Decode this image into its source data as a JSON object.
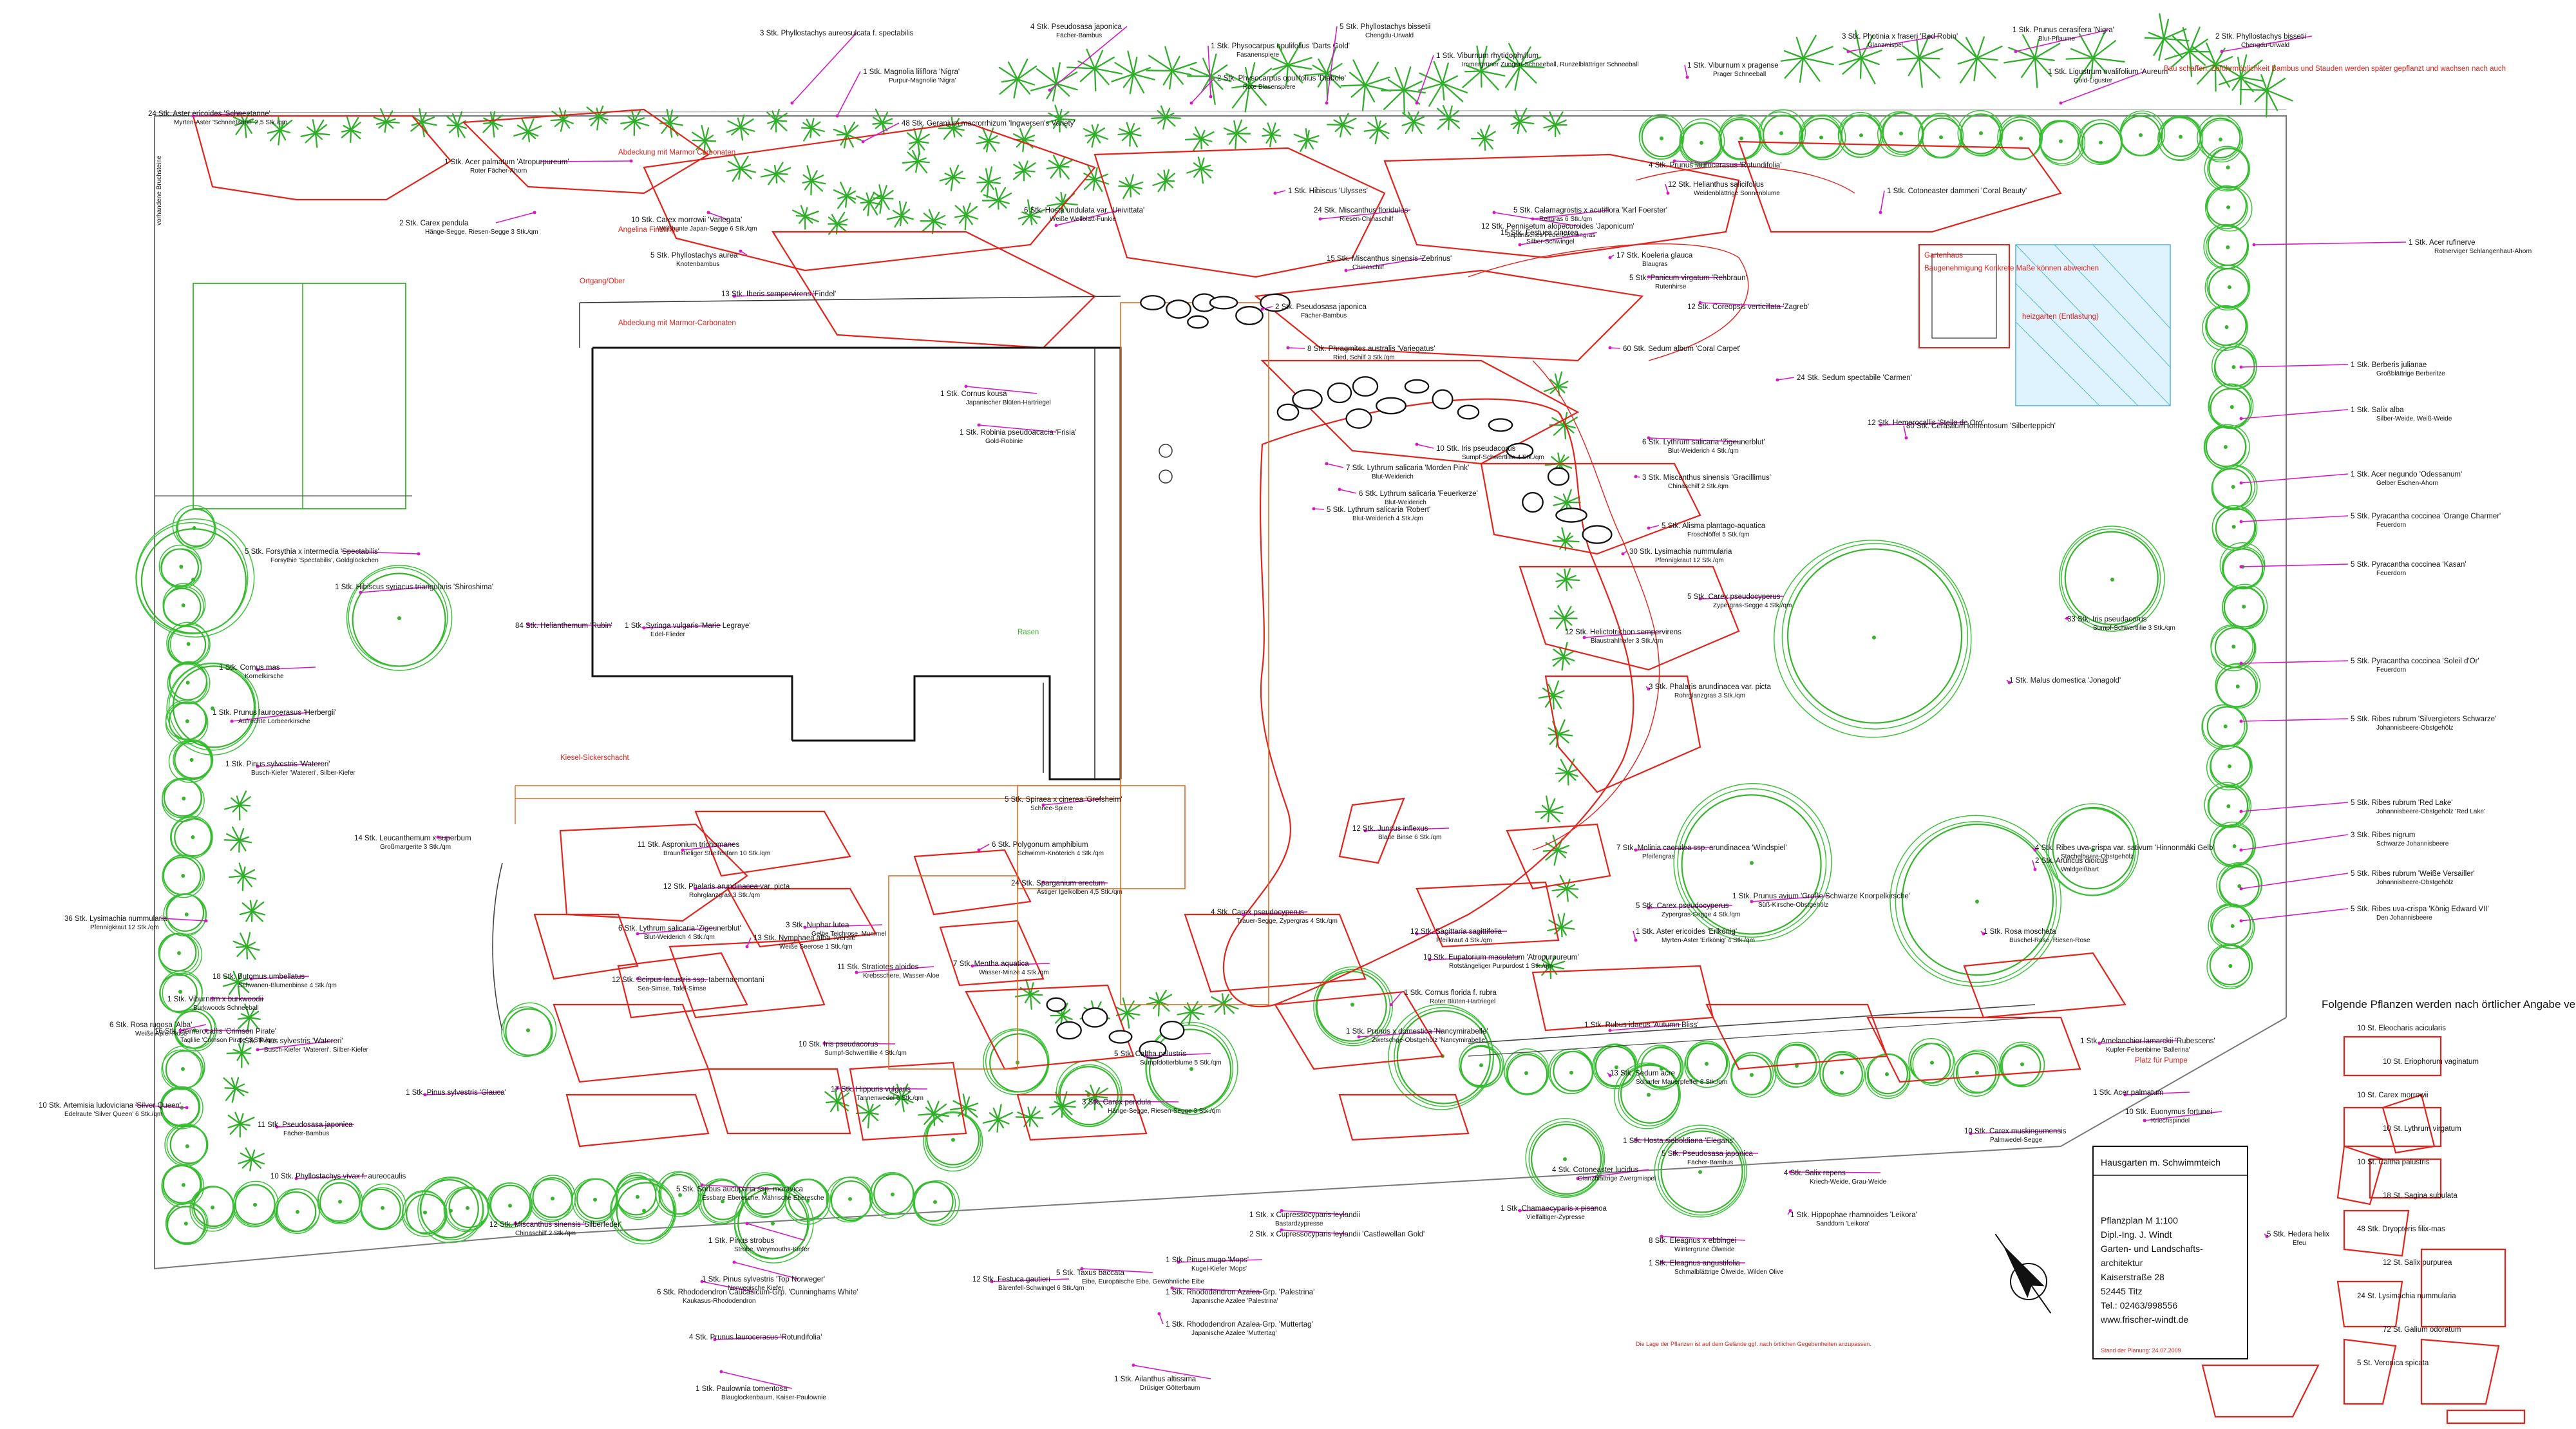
{
  "plan": {
    "notes": {
      "abdeckung_top": "Abdeckung mit Marmor Carbonaten",
      "abdeckung_mid": "Abdeckung mit Marmor-Carbonaten",
      "angelina_note": "Angelina Findlinge",
      "platz_pumpe": "Platz für Pumpe",
      "bauschaffen_note": "Bau schaffen, Zuführmöglichkeit Bambus und Stauden werden später gepflanzt und wachsen nach auch",
      "gartenhaus_note": "Gartenhaus",
      "gartenhaus_sub": "Baugenehmigung Konkrete Maße können abweichen",
      "heizgarten_note": "heizgarten (Entlastung)",
      "rasen_label": "Rasen",
      "hang_label": "vorhandene Bruchsteine",
      "kiesel_label": "Kiesel-Sickerschacht",
      "ortgang_label": "Ortgang/Ober"
    },
    "plants": [
      {
        "qty": "3 Stk.",
        "name": "Phyllostachys aureosulcata f. spectabilis"
      },
      {
        "qty": "4 Stk.",
        "name": "Pseudosasa japonica",
        "sub": "Fächer-Bambus"
      },
      {
        "qty": "1 Stk.",
        "name": "Physocarpus opulifolius 'Darts Gold'",
        "sub": "Fasanenspiere"
      },
      {
        "qty": "5 Stk.",
        "name": "Phyllostachys bissetii",
        "sub": "Chengdu-Urwald"
      },
      {
        "qty": "1 Stk.",
        "name": "Viburnum rhytidophyllum",
        "sub": "Immergrüner Zungen-Schneeball, Runzelblättriger Schneeball"
      },
      {
        "qty": "2 Stk.",
        "name": "Physocarpus opulifolius 'Diabolo'",
        "sub": "Rote Blasenspiere"
      },
      {
        "qty": "1 Stk.",
        "name": "Magnolia liliflora 'Nigra'",
        "sub": "Purpur-Magnolie 'Nigra'"
      },
      {
        "qty": "48 Stk.",
        "name": "Geranium macrorrhizum 'Ingwersen's Variety'"
      },
      {
        "qty": "1 Stk.",
        "name": "Acer palmatum 'Atropurpureum'",
        "sub": "Roter Fächer-Ahorn"
      },
      {
        "qty": "2 Stk.",
        "name": "Carex pendula",
        "sub": "Hänge-Segge, Riesen-Segge 3 Stk./qm"
      },
      {
        "qty": "10 Stk.",
        "name": "Carex morrowii 'Variegata'",
        "sub": "Weißbunte Japan-Segge 6 Stk./qm"
      },
      {
        "qty": "5 Stk.",
        "name": "Phyllostachys aurea",
        "sub": "Knotenbambus"
      },
      {
        "qty": "6 Stk.",
        "name": "Hosta undulata var. 'Univittata'",
        "sub": "Weiße Wellblatt-Funkie"
      },
      {
        "qty": "1 Stk.",
        "name": "Hibiscus 'Ulysses'"
      },
      {
        "qty": "24 Stk.",
        "name": "Miscanthus floridulus",
        "sub": "Riesen-Chinaschilf"
      },
      {
        "qty": "15 Stk.",
        "name": "Miscanthus sinensis 'Zebrinus'",
        "sub": "Chinaschilf"
      },
      {
        "qty": "12 Stk.",
        "name": "Pennisetum alopecuroides 'Japonicum'",
        "sub": "Japanisches Federborstengras"
      },
      {
        "qty": "5 Stk.",
        "name": "Calamagrostis x acutiflora 'Karl Foerster'",
        "sub": "Reitgras 6 Stk./qm"
      },
      {
        "qty": "15 Stk.",
        "name": "Festuca cinerea",
        "sub": "Silber-Schwingel"
      },
      {
        "qty": "17 Stk.",
        "name": "Koeleria glauca",
        "sub": "Blaugras"
      },
      {
        "qty": "5 Stk.",
        "name": "Panicum virgatum 'Rehbraun'",
        "sub": "Rutenhirse"
      },
      {
        "qty": "12 Stk.",
        "name": "Helianthus salicifolius",
        "sub": "Weidenblättrige Sonnenblume"
      },
      {
        "qty": "4 Stk.",
        "name": "Prunus laurocerasus 'Rotundifolia'"
      },
      {
        "qty": "1 Stk.",
        "name": "Viburnum x pragense",
        "sub": "Prager Schneeball"
      },
      {
        "qty": "3 Stk.",
        "name": "Photinia x fraseri 'Red Robin'",
        "sub": "Glanzmispel"
      },
      {
        "qty": "1 Stk.",
        "name": "Prunus cerasifera 'Nigra'",
        "sub": "Blut-Pflaume"
      },
      {
        "qty": "2 Stk.",
        "name": "Phyllostachys bissetii",
        "sub": "Chengdu-Urwald"
      },
      {
        "qty": "1 Stk.",
        "name": "Ligustrum ovalifolium 'Aureum'",
        "sub": "Gold-Liguster"
      },
      {
        "qty": "12 Stk.",
        "name": "Hemerocallis 'Stella de Oro'"
      },
      {
        "qty": "12 Stk.",
        "name": "Coreopsis verticillata 'Zagreb'"
      },
      {
        "qty": "1 Stk.",
        "name": "Cotoneaster dammeri 'Coral Beauty'"
      },
      {
        "qty": "60 Stk.",
        "name": "Sedum album 'Coral Carpet'"
      },
      {
        "qty": "24 Stk.",
        "name": "Sedum spectabile 'Carmen'"
      },
      {
        "qty": "80 Stk.",
        "name": "Cerastium tomentosum 'Silberteppich'"
      },
      {
        "qty": "1 Stk.",
        "name": "Acer rufinerve",
        "sub": "Rotnerviger Schlangenhaut-Ahorn"
      },
      {
        "qty": "1 Stk.",
        "name": "Berberis julianae",
        "sub": "Großblättrige Berberitze"
      },
      {
        "qty": "1 Stk.",
        "name": "Salix alba",
        "sub": "Silber-Weide, Weiß-Weide"
      },
      {
        "qty": "1 Stk.",
        "name": "Acer negundo 'Odessanum'",
        "sub": "Gelber Eschen-Ahorn"
      },
      {
        "qty": "5 Stk.",
        "name": "Pyracantha coccinea 'Orange Charmer'",
        "sub": "Feuerdorn"
      },
      {
        "qty": "5 Stk.",
        "name": "Pyracantha coccinea 'Kasan'",
        "sub": "Feuerdorn"
      },
      {
        "qty": "5 Stk.",
        "name": "Pyracantha coccinea 'Soleil d'Or'",
        "sub": "Feuerdorn"
      },
      {
        "qty": "5 Stk.",
        "name": "Ribes rubrum 'Silvergieters Schwarze'",
        "sub": "Johannisbeere-Obstgehölz"
      },
      {
        "qty": "5 Stk.",
        "name": "Ribes rubrum 'Red Lake'",
        "sub": "Johannisbeere-Obstgehölz 'Red Lake'"
      },
      {
        "qty": "3 Stk.",
        "name": "Ribes nigrum",
        "sub": "Schwarze Johannisbeere"
      },
      {
        "qty": "5 Stk.",
        "name": "Ribes rubrum 'Weiße Versailler'",
        "sub": "Johannisbeere-Obstgehölz"
      },
      {
        "qty": "5 Stk.",
        "name": "Ribes uva-crispa 'König Edward VII'",
        "sub": "Den Johannisbeere"
      },
      {
        "qty": "5 Stk.",
        "name": "Forsythia x intermedia 'Spectabilis'",
        "sub": "Forsythie 'Spectabilis', Goldglöckchen"
      },
      {
        "qty": "1 Stk.",
        "name": "Syringa vulgaris 'Marie Legraye'",
        "sub": "Edel-Flieder"
      },
      {
        "qty": "1 Stk.",
        "name": "Cornus kousa",
        "sub": "Japanischer Blüten-Hartriegel"
      },
      {
        "qty": "1 Stk.",
        "name": "Robinia pseudoacacia 'Frisia'",
        "sub": "Gold-Robinie"
      },
      {
        "qty": "2 Stk.",
        "name": "Pseudosasa japonica",
        "sub": "Fächer-Bambus"
      },
      {
        "qty": "8 Stk.",
        "name": "Phragmites australis 'Variegatus'",
        "sub": "Ried, Schilf 3 Stk./qm"
      },
      {
        "qty": "10 Stk.",
        "name": "Iris pseudacorus",
        "sub": "Sumpf-Schwertlilie 4 Stk./qm"
      },
      {
        "qty": "7 Stk.",
        "name": "Lythrum salicaria 'Morden Pink'",
        "sub": "Blut-Weiderich"
      },
      {
        "qty": "6 Stk.",
        "name": "Lythrum salicaria 'Feuerkerze'",
        "sub": "Blut-Weiderich"
      },
      {
        "qty": "5 Stk.",
        "name": "Lythrum salicaria 'Robert'",
        "sub": "Blut-Weiderich 4 Stk./qm"
      },
      {
        "qty": "6 Stk.",
        "name": "Lythrum salicaria 'Zigeunerblut'",
        "sub": "Blut-Weiderich 4 Stk./qm"
      },
      {
        "qty": "3 Stk.",
        "name": "Miscanthus sinensis 'Gracillimus'",
        "sub": "Chinaschilf 2 Stk./qm"
      },
      {
        "qty": "5 Stk.",
        "name": "Alisma plantago-aquatica",
        "sub": "Froschlöffel 5 Stk./qm"
      },
      {
        "qty": "30 Stk.",
        "name": "Lysimachia nummularia",
        "sub": "Pfennigkraut 12 Stk./qm"
      },
      {
        "qty": "5 Stk.",
        "name": "Carex pseudocyperus",
        "sub": "Zypergras-Segge 4 Stk./qm"
      },
      {
        "qty": "12 Stk.",
        "name": "Helictotrichon sempervirens",
        "sub": "Blaustrahlhafer 3 Stk./qm"
      },
      {
        "qty": "3 Stk.",
        "name": "Phalaris arundinacea var. picta",
        "sub": "Rohrglanzgras 3 Stk./qm"
      },
      {
        "qty": "33 Stk.",
        "name": "Iris pseudacorus",
        "sub": "Sumpf-Schwertlilie 3 Stk./qm"
      },
      {
        "qty": "1 Stk.",
        "name": "Malus domestica 'Jonagold'"
      },
      {
        "qty": "24 Stk.",
        "name": "Aster ericoides 'Schneetanne'",
        "sub": "Myrten-Aster 'Schneetanne' 2,5 Stk./qm"
      },
      {
        "qty": "13 Stk.",
        "name": "Iberis sempervirens 'Findel'"
      },
      {
        "qty": "1 Stk.",
        "name": "Hibiscus syriacus triangularis 'Shiroshima'"
      },
      {
        "qty": "84 Stk.",
        "name": "Helianthemum 'Rubin'"
      },
      {
        "qty": "1 Stk.",
        "name": "Cornus mas",
        "sub": "Kornelkirsche"
      },
      {
        "qty": "1 Stk.",
        "name": "Prunus laurocerasus 'Herbergii'",
        "sub": "Aufrechte Lorbeerkirsche"
      },
      {
        "qty": "1 Stk.",
        "name": "Pinus sylvestris 'Watereri'",
        "sub": "Busch-Kiefer 'Watereri', Silber-Kiefer"
      },
      {
        "qty": "14 Stk.",
        "name": "Leucanthemum x superbum",
        "sub": "Großmargerite 3 Stk./qm"
      },
      {
        "qty": "36 Stk.",
        "name": "Lysimachia nummularia",
        "sub": "Pfennigkraut 12 Stk./qm"
      },
      {
        "qty": "5 Stk.",
        "name": "Spiraea x cinerea 'Grefsheim'",
        "sub": "Schnee-Spiere"
      },
      {
        "qty": "11 Stk.",
        "name": "Aspronium trichomanes",
        "sub": "Braunstieliger Streifenfarn 10 Stk./qm"
      },
      {
        "qty": "6 Stk.",
        "name": "Polygonum amphibium",
        "sub": "Schwimm-Knöterich 4 Stk./qm"
      },
      {
        "qty": "24 Stk.",
        "name": "Sparganium erectum",
        "sub": "Ästiger Igelkolben 4,5 Stk./qm"
      },
      {
        "qty": "4 Stk.",
        "name": "Carex pseudocyperus",
        "sub": "Trauer-Segge, Zypergras 4 Stk./qm"
      },
      {
        "qty": "12 Stk.",
        "name": "Phalaris arundinacea var. picta",
        "sub": "Rohrglanzgras 3 Stk./qm"
      },
      {
        "qty": "3 Stk.",
        "name": "Nuphar lutea",
        "sub": "Gelbe Teichrose, Mummel"
      },
      {
        "qty": "6 Stk.",
        "name": "Lythrum salicaria 'Zigeunerblut'",
        "sub": "Blut-Weiderich 4 Stk./qm"
      },
      {
        "qty": "12 Stk.",
        "name": "Scirpus lacustris ssp. tabernaemontani",
        "sub": "Sea-Simse, Tafel-Simse"
      },
      {
        "qty": "13 Stk.",
        "name": "Nymphaea alba 'Iversie'",
        "sub": "Weiße Seerose 1 Stk./qm"
      },
      {
        "qty": "7 Stk.",
        "name": "Mentha aquatica",
        "sub": "Wasser-Minze 4 Stk./qm"
      },
      {
        "qty": "18 Stk.",
        "name": "Butomus umbellatus",
        "sub": "Schwanen-Blumenbinse 4 Stk./qm"
      },
      {
        "qty": "1 Stk.",
        "name": "Viburnum x burkwoodii",
        "sub": "Burkwoods Schneeball"
      },
      {
        "qty": "16 Stk.",
        "name": "Hemerocallis 'Crimson Pirate'",
        "sub": "Taglilie 'Crimson Pirate' 3 Stk./qm"
      },
      {
        "qty": "1 Stk.",
        "name": "Pinus sylvestris 'Watereri'",
        "sub": "Busch-Kiefer 'Watereri', Silber-Kiefer"
      },
      {
        "qty": "6 Stk.",
        "name": "Rosa rugosa 'Alba'",
        "sub": "Weiße Apfel-Rose"
      },
      {
        "qty": "1 Stk.",
        "name": "Pinus sylvestris 'Glauca'"
      },
      {
        "qty": "10 Stk.",
        "name": "Artemisia ludoviciana 'Silver Queen'",
        "sub": "Edelraute 'Silver Queen' 6 Stk./qm"
      },
      {
        "qty": "11 Stk.",
        "name": "Pseudosasa japonica",
        "sub": "Fächer-Bambus"
      },
      {
        "qty": "10 Stk.",
        "name": "Phyllostachys vivax f. aureocaulis"
      },
      {
        "qty": "12 Stk.",
        "name": "Miscanthus sinensis 'Silberfeder'",
        "sub": "Chinaschilf 2 Stk./qm"
      },
      {
        "qty": "5 Stk.",
        "name": "Sorbus aucuparia ssp. moravica",
        "sub": "Essbare Eberesche, Mährische Eberesche"
      },
      {
        "qty": "6 Stk.",
        "name": "Rhododendron Caucasicum-Grp. 'Cunninghams White'",
        "sub": "Kaukasus-Rhododendron"
      },
      {
        "qty": "4 Stk.",
        "name": "Prunus laurocerasus 'Rotundifolia'"
      },
      {
        "qty": "1 Stk.",
        "name": "Paulownia tomentosa",
        "sub": "Blauglockenbaum, Kaiser-Paulownie"
      },
      {
        "qty": "1 Stk.",
        "name": "Pinus sylvestris 'Top Norweger'",
        "sub": "Norwegische Kiefer"
      },
      {
        "qty": "1 Stk.",
        "name": "Pinus strobus",
        "sub": "Strobe, Weymouths-Kiefer"
      },
      {
        "qty": "12 Stk.",
        "name": "Festuca gautieri",
        "sub": "Bärenfell-Schwingel 6 Stk./qm"
      },
      {
        "qty": "5 Stk.",
        "name": "Taxus baccata",
        "sub": "Eibe, Europäische Eibe, Gewöhnliche Eibe"
      },
      {
        "qty": "1 Stk.",
        "name": "Pinus mugo 'Mops'",
        "sub": "Kugel-Kiefer 'Mops'"
      },
      {
        "qty": "1 Stk.",
        "name": "Rhododendron Azalea-Grp. 'Palestrina'",
        "sub": "Japanische Azalee 'Palestrina'"
      },
      {
        "qty": "1 Stk.",
        "name": "Rhododendron Azalea-Grp. 'Muttertag'",
        "sub": "Japanische Azalee 'Muttertag'"
      },
      {
        "qty": "1 Stk.",
        "name": "Ailanthus altissima",
        "sub": "Drüsiger Götterbaum"
      },
      {
        "qty": "1 Stk.",
        "name": "x Cupressocyparis leylandii",
        "sub": "Bastardzypresse"
      },
      {
        "qty": "2 Stk.",
        "name": "x Cupressocyparis leylandii 'Castlewellan Gold'"
      },
      {
        "qty": "1 Stk.",
        "name": "Chamaecyparis x pisanoa",
        "sub": "Vielfältiger-Zypresse"
      },
      {
        "qty": "5 Stk.",
        "name": "Pseudosasa japonica",
        "sub": "Fächer-Bambus"
      },
      {
        "qty": "8 Stk.",
        "name": "Eleagnus x ebbingei",
        "sub": "Wintergrüne Ölweide"
      },
      {
        "qty": "1 Stk.",
        "name": "Eleagnus angustifolia",
        "sub": "Schmalblättrige Ölweide, Wilden Olive"
      },
      {
        "qty": "1 Stk.",
        "name": "Hippophae rhamnoides 'Leikora'",
        "sub": "Sanddorn 'Leikora'"
      },
      {
        "qty": "4 Stk.",
        "name": "Salix repens",
        "sub": "Kriech-Weide, Grau-Weide"
      },
      {
        "qty": "4 Stk.",
        "name": "Cotoneaster lucidus",
        "sub": "Glanzblättrige Zwergmispel"
      },
      {
        "qty": "1 Stk.",
        "name": "Hosta sieboldiana 'Elegans'"
      },
      {
        "qty": "1 Stk.",
        "name": "Rubus idaeus 'Autumn Bliss'"
      },
      {
        "qty": "13 Stk.",
        "name": "Sedum acre",
        "sub": "Scharfer Mauerpfeffer 8 Stk./qm"
      },
      {
        "qty": "3 Stk.",
        "name": "Carex pendula",
        "sub": "Hänge-Segge, Riesen-Segge 3 Stk./qm"
      },
      {
        "qty": "17 Stk.",
        "name": "Hippuris vulgaris",
        "sub": "Tannenwedel 6 Stk./qm"
      },
      {
        "qty": "10 Stk.",
        "name": "Iris pseudacorus",
        "sub": "Sumpf-Schwertlilie 4 Stk./qm"
      },
      {
        "qty": "11 Stk.",
        "name": "Stratiotes aloides",
        "sub": "Krebsschere, Wasser-Aloe"
      },
      {
        "qty": "5 Stk.",
        "name": "Caltha palustris",
        "sub": "Sumpfdotterblume 5 Stk./qm"
      },
      {
        "qty": "12 Stk.",
        "name": "Juncus inflexus",
        "sub": "Blaue Binse 6 Stk./qm"
      },
      {
        "qty": "7 Stk.",
        "name": "Molinia caerulea ssp. arundinacea 'Windspiel'",
        "sub": "Pfeifengras"
      },
      {
        "qty": "5 Stk.",
        "name": "Carex pseudocyperus",
        "sub": "Zypergras-Segge 4 Stk./qm"
      },
      {
        "qty": "12 Stk.",
        "name": "Sagittaria sagittifolia",
        "sub": "Pfeilkraut 4 Stk./qm"
      },
      {
        "qty": "10 Stk.",
        "name": "Eupatorium maculatum 'Atropurpureum'",
        "sub": "Rotstängeliger Purpurdost 1 Stk./qm"
      },
      {
        "qty": "1 Stk.",
        "name": "Cornus florida f. rubra",
        "sub": "Roter Blüten-Hartriegel"
      },
      {
        "qty": "1 Stk.",
        "name": "Prunus x domestica 'Nancymirabelle'",
        "sub": "Zwetschge-Obstgehölz 'Nancymirabelle'"
      },
      {
        "qty": "1 Stk.",
        "name": "Aster ericoides 'Erlkönig'",
        "sub": "Myrten-Aster 'Erlkönig' 4 Stk./qm"
      },
      {
        "qty": "1 Stk.",
        "name": "Prunus avium 'Große Schwarze Knorpelkirsche'",
        "sub": "Süß-Kirsche-Obstgehölz"
      },
      {
        "qty": "4 Stk.",
        "name": "Ribes uva-crispa var. sativum 'Hinnonmäki Gelb'",
        "sub": "Stachelbeere-Obstgehölz"
      },
      {
        "qty": "2 Stk.",
        "name": "Aruncus dioicus",
        "sub": "Waldgeißbart"
      },
      {
        "qty": "1 Stk.",
        "name": "Rosa moschata",
        "sub": "Büschel-Rose, Riesen-Rose"
      },
      {
        "qty": "1 Stk.",
        "name": "Amelanchier lamarckii 'Rubescens'",
        "sub": "Kupfer-Felsenbirne 'Ballerina'"
      },
      {
        "qty": "1 Stk.",
        "name": "Acer palmatum"
      },
      {
        "qty": "10 Stk.",
        "name": "Euonymus fortunei",
        "sub": "Kriechspindel"
      },
      {
        "qty": "10 Stk.",
        "name": "Carex muskingumensis",
        "sub": "Palmwedel-Segge"
      },
      {
        "qty": "5 Stk.",
        "name": "Hedera helix",
        "sub": "Efeu"
      }
    ],
    "side_list": {
      "heading": "Folgende Pflanzen werden nach örtlicher Angabe verteilt:",
      "items": [
        "10 St. Eleocharis acicularis",
        "10 St. Eriophorum vaginatum",
        "10 St. Carex morrowii",
        "10 St. Lythrum virgatum",
        "10 St. Caltha palustris",
        "18 St. Sagina subulata",
        "48 Stk. Dryopteris filix-mas",
        "12 St. Salix purpurea",
        "24 St. Lysimachia nummularia",
        "72 St. Galium odoratum",
        "5 St. Veronica spicata"
      ]
    },
    "title_block": {
      "project": "Hausgarten m. Schwimmteich",
      "plan": "Pflanzplan M 1:100",
      "author": "Dipl.-Ing. J. Windt",
      "office": "Garten- und Landschafts-",
      "office2": "architektur",
      "street": "Kaiserstraße 28",
      "city": "52445 Titz",
      "tel": "Tel.: 02463/998556",
      "web": "www.frischer-windt.de"
    },
    "footer_note": "Die Lage der Pflanzen ist auf dem Gelände ggf. nach örtlichen Gegebenheiten anzupassen.",
    "date_note": "Stand der Planung: 24.07.2009"
  }
}
